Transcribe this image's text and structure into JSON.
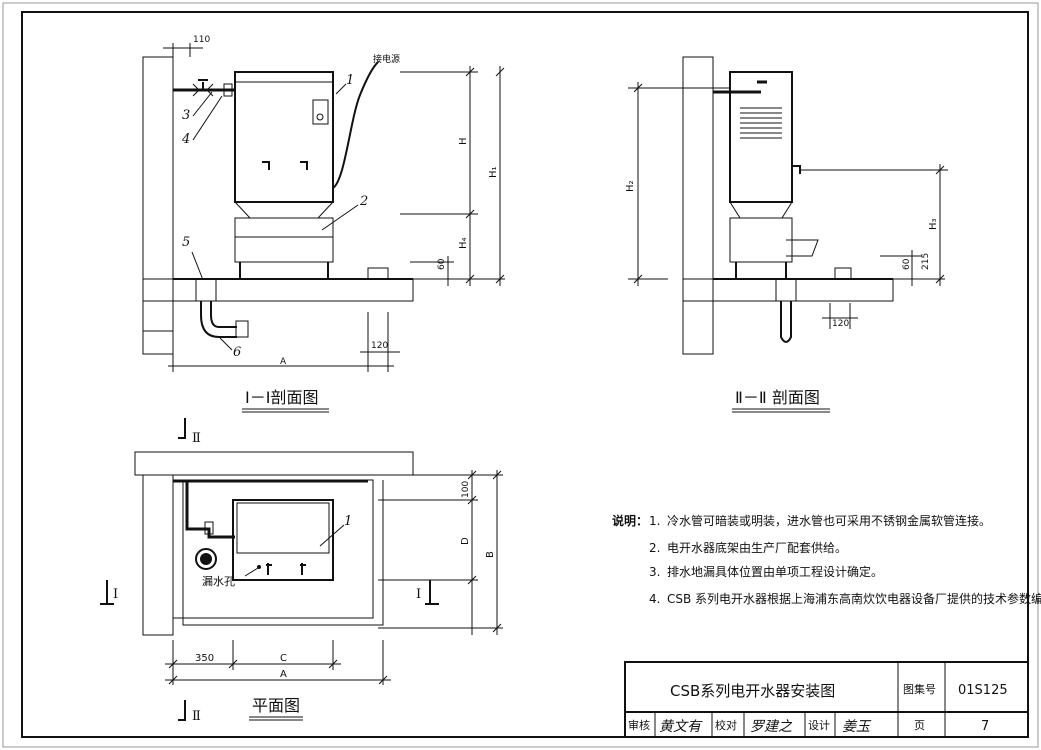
{
  "views": {
    "section1": {
      "title": "I－I剖面图",
      "callouts": [
        "1",
        "2",
        "3",
        "4",
        "5",
        "6"
      ],
      "power_label": "接电源",
      "dims": {
        "top": "110",
        "h": "H",
        "h1": "H₁",
        "h4": "H₄",
        "d60": "60",
        "d120": "120",
        "a": "A"
      }
    },
    "section2": {
      "title": "Ⅱ－Ⅱ 剖面图",
      "dims": {
        "h2": "H₂",
        "h3": "H₃",
        "d60": "60",
        "d215": "215",
        "d120": "120"
      }
    },
    "plan": {
      "title": "平面图",
      "callout": "1",
      "drain_label": "漏水孔",
      "section_marks": {
        "ii_top": "Ⅱ",
        "ii_bottom": "Ⅱ",
        "i_left": "I",
        "i_right": "I"
      },
      "dims": {
        "d100": "100",
        "d": "D",
        "b": "B",
        "d350": "350",
        "c": "C",
        "a": "A"
      }
    }
  },
  "notes": {
    "heading": "说明：",
    "items": [
      {
        "num": "1.",
        "text": "冷水管可暗装或明装，进水管也可采用不锈钢金属软管连接。"
      },
      {
        "num": "2.",
        "text": "电开水器底架由生产厂配套供给。"
      },
      {
        "num": "3.",
        "text": "排水地漏具体位置由单项工程设计确定。"
      },
      {
        "num": "4.",
        "text": "CSB 系列电开水器根据上海浦东高南炊饮电器设备厂提供的技术参数编制。"
      }
    ]
  },
  "title_block": {
    "drawing_title": "CSB系列电开水器安装图",
    "atlas_label": "图集号",
    "atlas_no": "01S125",
    "review_label": "审核",
    "review_sig": "黄文有",
    "check_label": "校对",
    "check_sig": "罗建之",
    "design_label": "设计",
    "design_sig": "姜玉",
    "page_label": "页",
    "page_no": "7"
  }
}
